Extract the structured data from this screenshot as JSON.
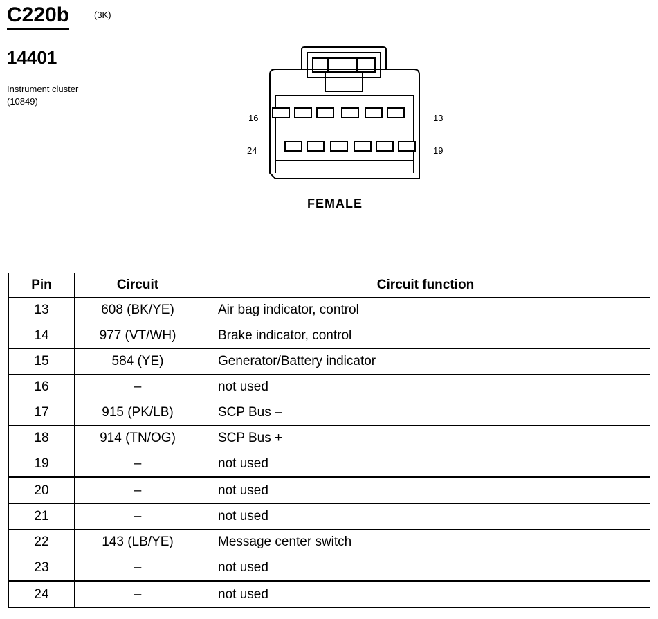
{
  "connector": {
    "id": "C220b",
    "color_code": "(3K)",
    "part_number": "14401",
    "component_name": "Instrument cluster",
    "component_ref": "(10849)",
    "gender": "FEMALE",
    "pin_labels": {
      "top_left": "16",
      "top_right": "13",
      "bottom_left": "24",
      "bottom_right": "19"
    }
  },
  "table": {
    "headers": {
      "pin": "Pin",
      "circuit": "Circuit",
      "function": "Circuit function"
    },
    "rows": [
      {
        "pin": "13",
        "circuit": "608 (BK/YE)",
        "function": "Air bag indicator, control"
      },
      {
        "pin": "14",
        "circuit": "977 (VT/WH)",
        "function": "Brake indicator, control"
      },
      {
        "pin": "15",
        "circuit": "584 (YE)",
        "function": "Generator/Battery indicator"
      },
      {
        "pin": "16",
        "circuit": "–",
        "function": "not used"
      },
      {
        "pin": "17",
        "circuit": "915 (PK/LB)",
        "function": "SCP Bus –"
      },
      {
        "pin": "18",
        "circuit": "914 (TN/OG)",
        "function": "SCP Bus +"
      },
      {
        "pin": "19",
        "circuit": "–",
        "function": "not used"
      },
      {
        "pin": "20",
        "circuit": "–",
        "function": "not used"
      },
      {
        "pin": "21",
        "circuit": "–",
        "function": "not used"
      },
      {
        "pin": "22",
        "circuit": "143 (LB/YE)",
        "function": "Message center switch"
      },
      {
        "pin": "23",
        "circuit": "–",
        "function": "not used"
      },
      {
        "pin": "24",
        "circuit": "–",
        "function": "not used"
      }
    ]
  }
}
